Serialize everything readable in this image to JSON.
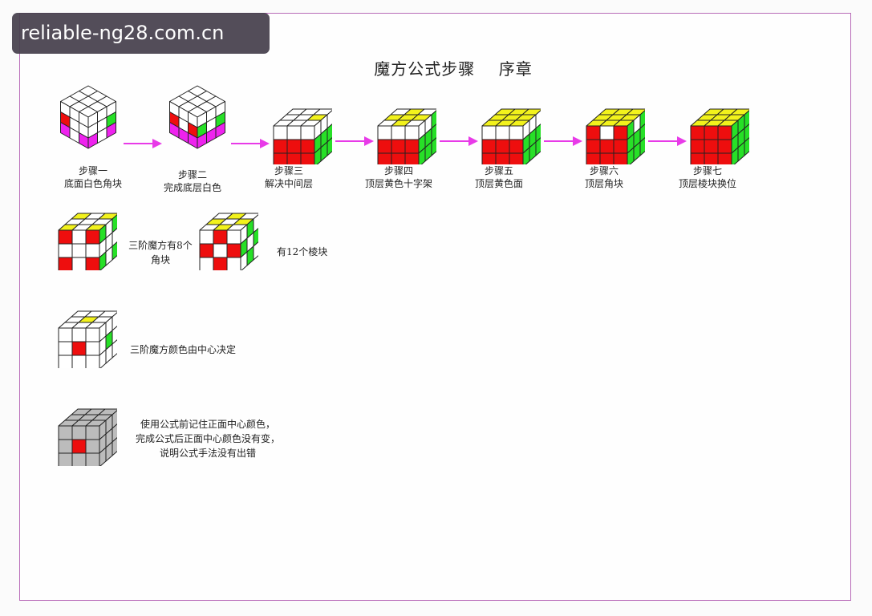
{
  "watermark": "reliable-ng28.com.cn",
  "title": "魔方公式步骤    序章",
  "colors": {
    "white": "#ffffff",
    "yellow": "#f2f21c",
    "red": "#ee0e0e",
    "green": "#27e027",
    "magenta": "#ee22ee",
    "gray": "#bcbcbc",
    "line": "#222222",
    "arrow": "#e83ae8",
    "frame": "#b86bb8"
  },
  "steps": [
    {
      "name": "步骤一",
      "desc": "底面白色角块"
    },
    {
      "name": "步骤二",
      "desc": "完成底层白色"
    },
    {
      "name": "步骤三",
      "desc": "解决中间层"
    },
    {
      "name": "步骤四",
      "desc": "顶层黄色十字架"
    },
    {
      "name": "步骤五",
      "desc": "顶层黄色面"
    },
    {
      "name": "步骤六",
      "desc": "顶层角块"
    },
    {
      "name": "步骤七",
      "desc": "顶层棱块换位"
    }
  ],
  "notes": {
    "corners_line1": "三阶魔方有8个",
    "corners_line2": "角块",
    "edges": "有12个棱块",
    "centers": "三阶魔方颜色由中心决定",
    "formula_line1": "使用公式前记住正面中心颜色，",
    "formula_line2": "完成公式后正面中心颜色没有变，",
    "formula_line3": "说明公式手法没有出错"
  },
  "cube_faces": {
    "step3": {
      "top": [
        "W",
        "W",
        "W",
        "W",
        "W",
        "Y",
        "W",
        "W",
        "W"
      ],
      "front": [
        "W",
        "W",
        "W",
        "R",
        "R",
        "R",
        "R",
        "R",
        "R"
      ],
      "side": [
        "W",
        "W",
        "W",
        "G",
        "G",
        "G",
        "G",
        "G",
        "G"
      ]
    },
    "step4": {
      "top": [
        "W",
        "Y",
        "W",
        "Y",
        "Y",
        "Y",
        "W",
        "Y",
        "W"
      ],
      "front": [
        "W",
        "W",
        "W",
        "R",
        "R",
        "R",
        "R",
        "R",
        "R"
      ],
      "side": [
        "W",
        "W",
        "G",
        "G",
        "G",
        "G",
        "G",
        "G",
        "G"
      ]
    },
    "step5": {
      "top": [
        "Y",
        "Y",
        "Y",
        "Y",
        "Y",
        "Y",
        "Y",
        "Y",
        "Y"
      ],
      "front": [
        "W",
        "W",
        "W",
        "R",
        "R",
        "R",
        "R",
        "R",
        "R"
      ],
      "side": [
        "W",
        "W",
        "W",
        "G",
        "G",
        "G",
        "G",
        "G",
        "G"
      ]
    },
    "step6": {
      "top": [
        "Y",
        "Y",
        "Y",
        "Y",
        "Y",
        "Y",
        "Y",
        "Y",
        "Y"
      ],
      "front": [
        "R",
        "W",
        "R",
        "R",
        "R",
        "R",
        "R",
        "R",
        "R"
      ],
      "side": [
        "G",
        "W",
        "G",
        "G",
        "G",
        "G",
        "G",
        "G",
        "G"
      ]
    },
    "step7": {
      "top": [
        "Y",
        "Y",
        "Y",
        "Y",
        "Y",
        "Y",
        "Y",
        "Y",
        "Y"
      ],
      "front": [
        "R",
        "R",
        "R",
        "R",
        "R",
        "R",
        "R",
        "R",
        "R"
      ],
      "side": [
        "G",
        "G",
        "G",
        "G",
        "G",
        "G",
        "G",
        "G",
        "G"
      ]
    },
    "corners": {
      "top": [
        "Y",
        "W",
        "Y",
        "W",
        "W",
        "W",
        "Y",
        "W",
        "Y"
      ],
      "front": [
        "R",
        "W",
        "R",
        "W",
        "W",
        "W",
        "R",
        "W",
        "R"
      ],
      "side": [
        "G",
        "W",
        "G",
        "W",
        "W",
        "W",
        "G",
        "W",
        "G"
      ]
    },
    "edges": {
      "top": [
        "W",
        "Y",
        "W",
        "Y",
        "W",
        "Y",
        "W",
        "Y",
        "W"
      ],
      "front": [
        "W",
        "R",
        "W",
        "R",
        "W",
        "R",
        "W",
        "R",
        "W"
      ],
      "side": [
        "W",
        "G",
        "W",
        "G",
        "W",
        "G",
        "W",
        "G",
        "W"
      ]
    },
    "centers": {
      "top": [
        "W",
        "W",
        "W",
        "W",
        "Y",
        "W",
        "W",
        "W",
        "W"
      ],
      "front": [
        "W",
        "W",
        "W",
        "W",
        "R",
        "W",
        "W",
        "W",
        "W"
      ],
      "side": [
        "W",
        "W",
        "W",
        "W",
        "G",
        "W",
        "W",
        "W",
        "W"
      ]
    },
    "formula": {
      "top": [
        "A",
        "A",
        "A",
        "A",
        "A",
        "A",
        "A",
        "A",
        "A"
      ],
      "front": [
        "A",
        "A",
        "A",
        "A",
        "R",
        "A",
        "A",
        "A",
        "A"
      ],
      "side": [
        "A",
        "A",
        "A",
        "A",
        "A",
        "A",
        "A",
        "A",
        "A"
      ]
    },
    "step1": {
      "top": [
        "W",
        "W",
        "W",
        "W",
        "W",
        "W",
        "W",
        "W",
        "W"
      ],
      "left": [
        "W",
        "W",
        "W",
        "R",
        "W",
        "W",
        "M",
        "W",
        "M"
      ],
      "right": [
        "W",
        "W",
        "W",
        "W",
        "W",
        "G",
        "M",
        "W",
        "M"
      ]
    },
    "step2": {
      "top": [
        "W",
        "W",
        "W",
        "W",
        "W",
        "W",
        "W",
        "W",
        "W"
      ],
      "left": [
        "W",
        "W",
        "W",
        "R",
        "W",
        "R",
        "M",
        "M",
        "M"
      ],
      "right": [
        "W",
        "W",
        "W",
        "G",
        "W",
        "G",
        "M",
        "M",
        "M"
      ]
    }
  }
}
